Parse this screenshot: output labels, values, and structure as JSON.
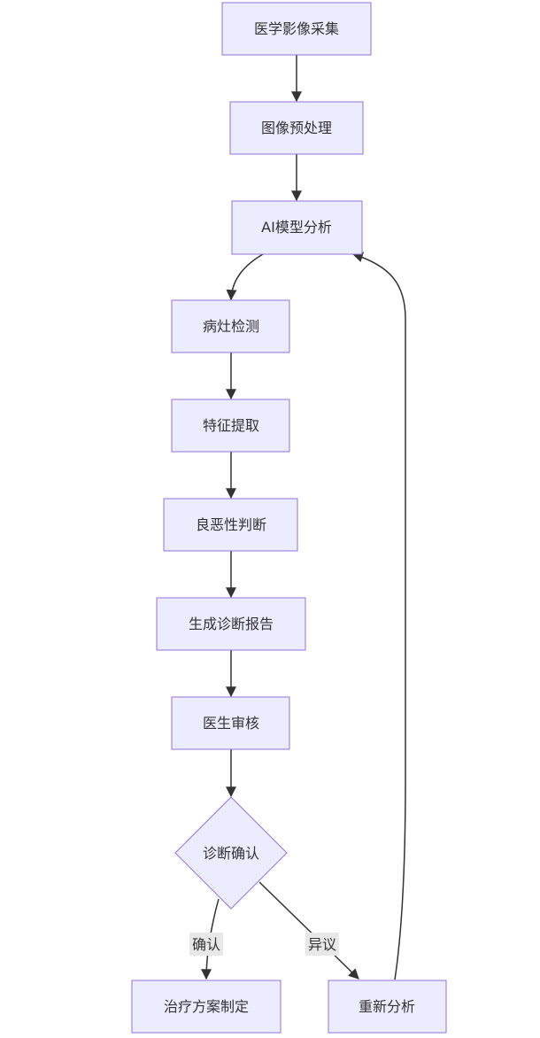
{
  "colors": {
    "node_fill": "#ECECFF",
    "node_stroke": "#9370DB",
    "edge": "#333333",
    "label_bg": "#E8E8E8",
    "text": "#333333"
  },
  "nodes": {
    "acquire": "医学影像采集",
    "preprocess": "图像预处理",
    "ai_analysis": "AI模型分析",
    "lesion_detect": "病灶检测",
    "feature_extract": "特征提取",
    "benign_malignant": "良恶性判断",
    "report": "生成诊断报告",
    "doctor_review": "医生审核",
    "confirm_decision": "诊断确认",
    "treatment": "治疗方案制定",
    "reanalysis": "重新分析"
  },
  "edge_labels": {
    "confirm": "确认",
    "dispute": "异议"
  }
}
